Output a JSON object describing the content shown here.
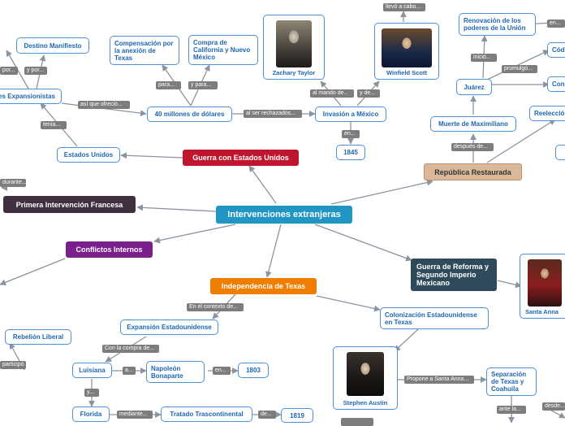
{
  "central": "Intervenciones extranjeras",
  "main_topics": {
    "guerra_eu": "Guerra con Estados Unidos",
    "primera_francesa": "Primera Intervención Francesa",
    "conflictos": "Conflictos Internos",
    "independencia_texas": "Independencia de Texas",
    "guerra_reforma": "Guerra de Reforma y Segundo Imperio Mexicano",
    "republica": "República Restaurada"
  },
  "nodes": {
    "destino": "Destino Manifiesto",
    "expansionistas": "es Expansionistas",
    "estados_unidos": "Estados Unidos",
    "compensacion": "Compensación por la anexión de Texas",
    "compra": "Compra de California y Nuevo México",
    "millones": "40 millones de dólares",
    "invasion": "Invasión a México",
    "y1845": "1845",
    "zachary": "Zachary Taylor",
    "winfield": "Winfield Scott",
    "renovacion": "Renovación de los poderes de la Unión",
    "juarez": "Juárez",
    "muerte": "Muerte de Maximiliano",
    "cod": "Códi",
    "cons": "Con",
    "reeleccion": "Reelecció",
    "colonizacion": "Colonización Estadounidense en Texas",
    "stephen": "Stephen Austin",
    "separacion": "Separación de Texas y Coahuila",
    "santa_anna": "Santa Anna",
    "expansion": "Expansión Estadounidense",
    "rebelion": "Rebelión Liberal",
    "luisiana": "Luisiana",
    "napoleon": "Napoleón Bonaparte",
    "y1803": "1803",
    "florida": "Florida",
    "tratado": "Tratado Trascontinental",
    "y1819": "1819"
  },
  "labels": {
    "por": "por...",
    "ypor": "y por...",
    "tenia": "tenía...",
    "asi_que": "así que ofreció...",
    "para": "para...",
    "ypara": "y para...",
    "al_ser": "al ser rechazados...",
    "al_mando": "al mando de...",
    "yde": "y de...",
    "llevo": "llevó a cabo...",
    "en_1845": "en...",
    "inicio": "inició...",
    "promulgo": "promulgó...",
    "en_top": "en...",
    "despues": "después de...",
    "durante": "durante...",
    "contexto": "En el contexto de...",
    "compra_de": "Con la compra de...",
    "a": "a...",
    "en_1803": "en...",
    "y": "y...",
    "mediante": "mediante...",
    "de": "de...",
    "propone": "Propone a Santa Anna...",
    "ante": "ante la...",
    "desde": "desde...",
    "participo": "participó..."
  },
  "colors": {
    "central": "#2196c4",
    "guerra_eu": "#c0152f",
    "primera_francesa": "#3f2f3f",
    "conflictos": "#7a1f8c",
    "independencia_texas": "#ef7d00",
    "guerra_reforma": "#2f4a5a",
    "republica": "#dcb89a",
    "node_border": "#4a90d9",
    "node_text": "#1f66b3",
    "connector": "#8a93a0",
    "label_bg": "#7d7d7d"
  }
}
